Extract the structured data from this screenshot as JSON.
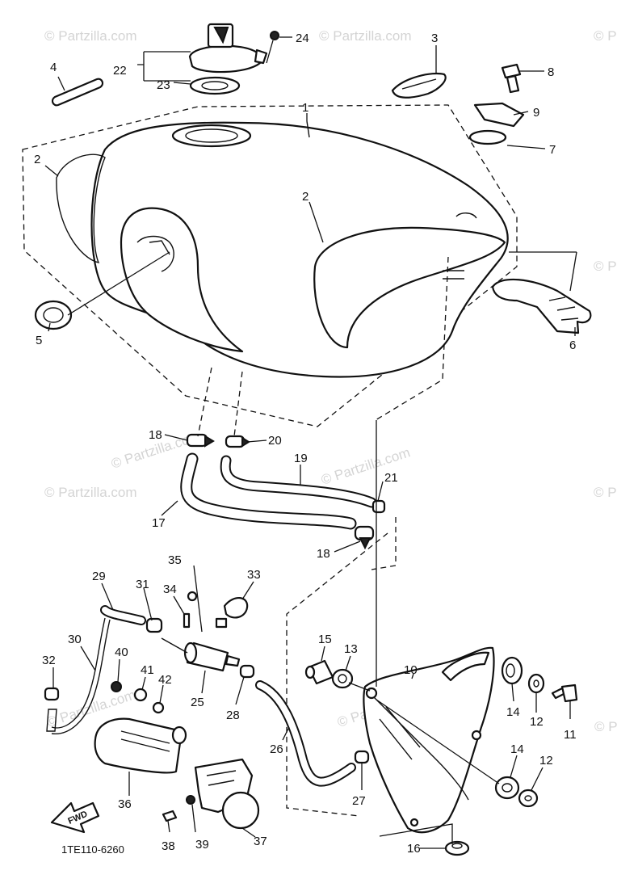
{
  "watermark": "© Partzilla.com",
  "diagram_code": "1TE110-6260",
  "direction_arrow_label": "FWD",
  "callouts": {
    "c1": "1",
    "c2a": "2",
    "c2b": "2",
    "c3": "3",
    "c4": "4",
    "c5": "5",
    "c6": "6",
    "c7": "7",
    "c8": "8",
    "c9": "9",
    "c10": "10",
    "c11": "11",
    "c12a": "12",
    "c12b": "12",
    "c13": "13",
    "c14a": "14",
    "c14b": "14",
    "c15": "15",
    "c16": "16",
    "c17": "17",
    "c18a": "18",
    "c18b": "18",
    "c19": "19",
    "c20": "20",
    "c21": "21",
    "c22": "22",
    "c23": "23",
    "c24": "24",
    "c25": "25",
    "c26": "26",
    "c27": "27",
    "c28": "28",
    "c29": "29",
    "c30": "30",
    "c31": "31",
    "c32": "32",
    "c33": "33",
    "c34": "34",
    "c35": "35",
    "c36": "36",
    "c37": "37",
    "c38": "38",
    "c39": "39",
    "c40": "40",
    "c41": "41",
    "c42": "42"
  },
  "colors": {
    "line": "#111111",
    "watermark": "#d4d4d4",
    "background": "#ffffff"
  }
}
